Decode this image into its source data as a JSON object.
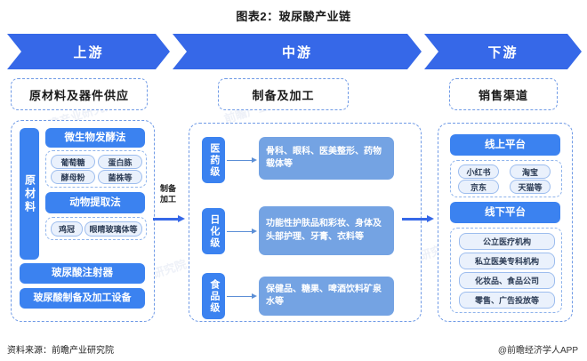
{
  "title": "图表2：玻尿酸产业链",
  "banner": {
    "segments": [
      {
        "label": "上游"
      },
      {
        "label": "中游"
      },
      {
        "label": "下游"
      }
    ]
  },
  "sections": {
    "upstream": {
      "header": "原材料及器件供应",
      "side_label": "原材料",
      "methods": [
        {
          "name": "微生物发酵法",
          "items": [
            "葡萄糖",
            "蛋白胨",
            "酵母粉",
            "菌株等"
          ]
        },
        {
          "name": "动物提取法",
          "items": [
            "鸡冠",
            "眼睛玻璃体等"
          ]
        }
      ],
      "devices": [
        "玻尿酸注射器",
        "玻尿酸制备及加工设备"
      ]
    },
    "midstream": {
      "header": "制备及加工",
      "grades": [
        {
          "label": "医药级",
          "desc": "骨科、眼科、医美整形、药物载体等"
        },
        {
          "label": "日化级",
          "desc": "功能性护肤品和彩妆、身体及头部护理、牙膏、衣料等"
        },
        {
          "label": "食品级",
          "desc": "保健品、糖果、啤酒饮料矿泉水等"
        }
      ]
    },
    "downstream": {
      "header": "销售渠道",
      "online": {
        "label": "线上平台",
        "items": [
          "小红书",
          "淘宝",
          "京东",
          "天猫等"
        ]
      },
      "offline": {
        "label": "线下平台",
        "items": [
          "公立医疗机构",
          "私立医美专科机构",
          "化妆品、食品公司",
          "零售、广告投放等"
        ]
      }
    }
  },
  "connectors": {
    "upstream_to_mid_label": "制备\n加工"
  },
  "footer": {
    "source": "资料来源：前瞻产业研究院",
    "credit": "@前瞻经济学人APP"
  },
  "watermarks": [
    "前瞻产业研究院",
    "前瞻产业研究院",
    "前瞻产业研究院",
    "前瞻产业研究院"
  ],
  "colors": {
    "banner_blue": "#3668e8",
    "box_blue": "#3b82f0",
    "desc_blue": "#74a3e3",
    "chip_bg": "#eaf1fc",
    "dash_border": "#6f9ae6"
  }
}
